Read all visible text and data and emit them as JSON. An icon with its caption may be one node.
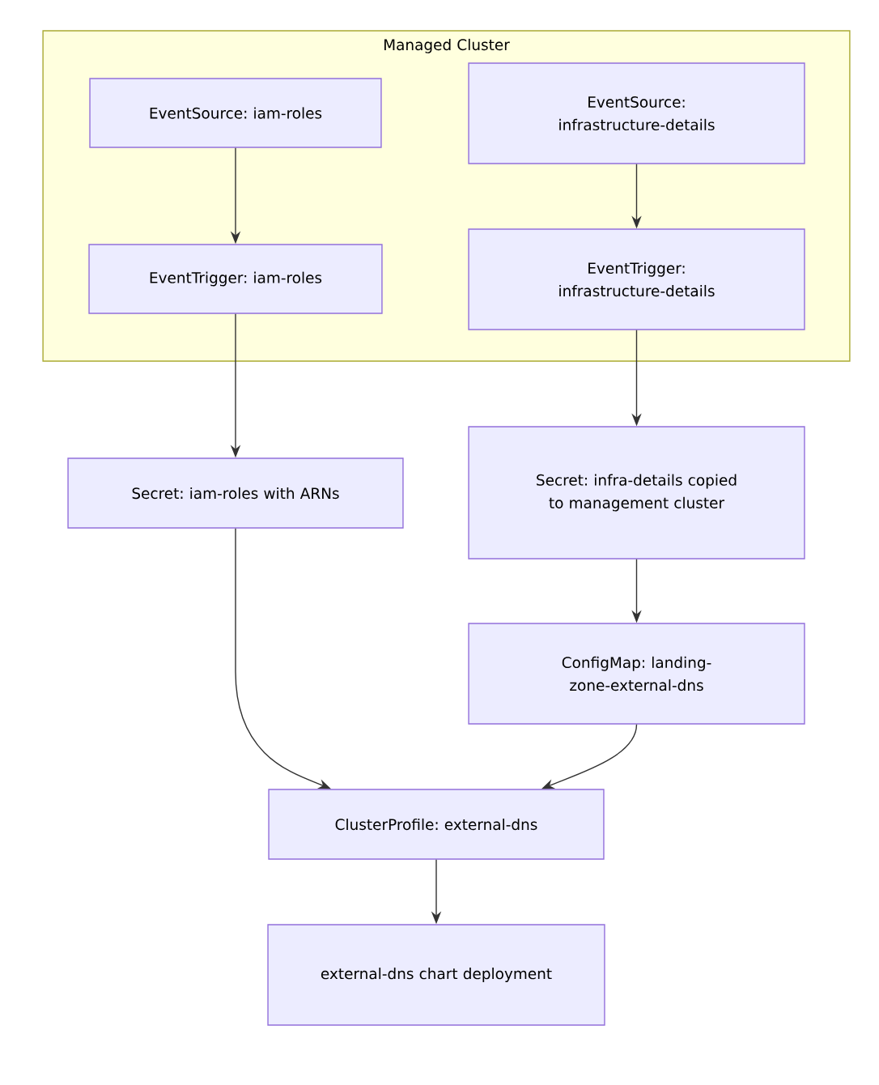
{
  "diagram": {
    "nodes": [
      {
        "text": [
          "Managed Cluster"
        ]
      },
      {
        "text": [
          "EventSource: iam-roles"
        ],
        "in": 0
      },
      {
        "text": [
          "EventSource: infrastructure-details"
        ],
        "in": 0
      },
      {
        "text": [
          "EventTrigger: iam-roles"
        ],
        "in": 0
      },
      {
        "text": [
          "EventTrigger: infrastructure-details"
        ],
        "in": 0
      },
      {
        "text": [
          "Secret: iam-roles with ARNs"
        ]
      },
      {
        "text": [
          "Secret: infra-details copied to management cluster"
        ]
      },
      {
        "text": [
          "ConfigMap: landing-zone-external-dns"
        ]
      },
      {
        "text": [
          "ClusterProfile: external-dns"
        ]
      },
      {
        "text": [
          "external-dns chart deployment"
        ]
      }
    ],
    "edges": [
      {
        "from": 1,
        "to": 3,
        "arrow": "to"
      },
      {
        "from": 2,
        "to": 4,
        "arrow": "to"
      },
      {
        "from": 3,
        "to": 5,
        "arrow": "to"
      },
      {
        "from": 4,
        "to": 6,
        "arrow": "to"
      },
      {
        "from": 6,
        "to": 7,
        "arrow": "to"
      },
      {
        "from": 5,
        "to": 8,
        "arrow": "to"
      },
      {
        "from": 7,
        "to": 8,
        "arrow": "to"
      },
      {
        "from": 8,
        "to": 9,
        "arrow": "to"
      }
    ]
  }
}
